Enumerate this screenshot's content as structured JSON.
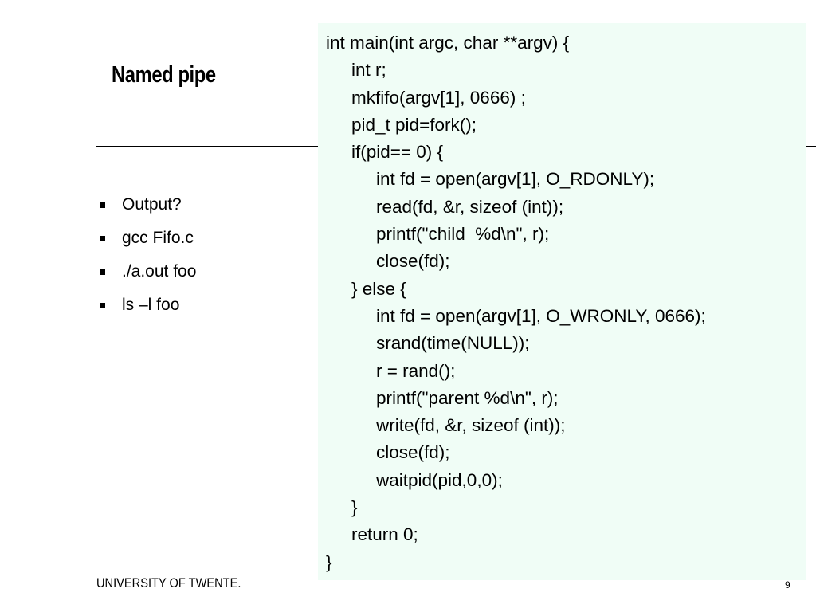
{
  "slide": {
    "title": "Named pipe",
    "bullets": [
      "Output?",
      "gcc Fifo.c",
      "./a.out foo",
      "ls –l foo"
    ],
    "footer": "UNIVERSITY OF TWENTE.",
    "page_number": "9"
  },
  "code": {
    "lines": [
      "int main(int argc, char **argv) {",
      "int r;",
      "mkfifo(argv[1], 0666) ;",
      "pid_t pid=fork();",
      "if(pid== 0) {",
      "int fd = open(argv[1], O_RDONLY);",
      "read(fd, &r, sizeof (int));",
      "printf(\"child  %d\\n\", r);",
      "close(fd);",
      "} else {",
      "int fd = open(argv[1], O_WRONLY, 0666);",
      "srand(time(NULL));",
      "r = rand();",
      "printf(\"parent %d\\n\", r);",
      "write(fd, &r, sizeof (int));",
      "close(fd);",
      "waitpid(pid,0,0);",
      "}",
      "return 0;",
      "}"
    ]
  },
  "colors": {
    "code_background": "#f0fdf6"
  }
}
